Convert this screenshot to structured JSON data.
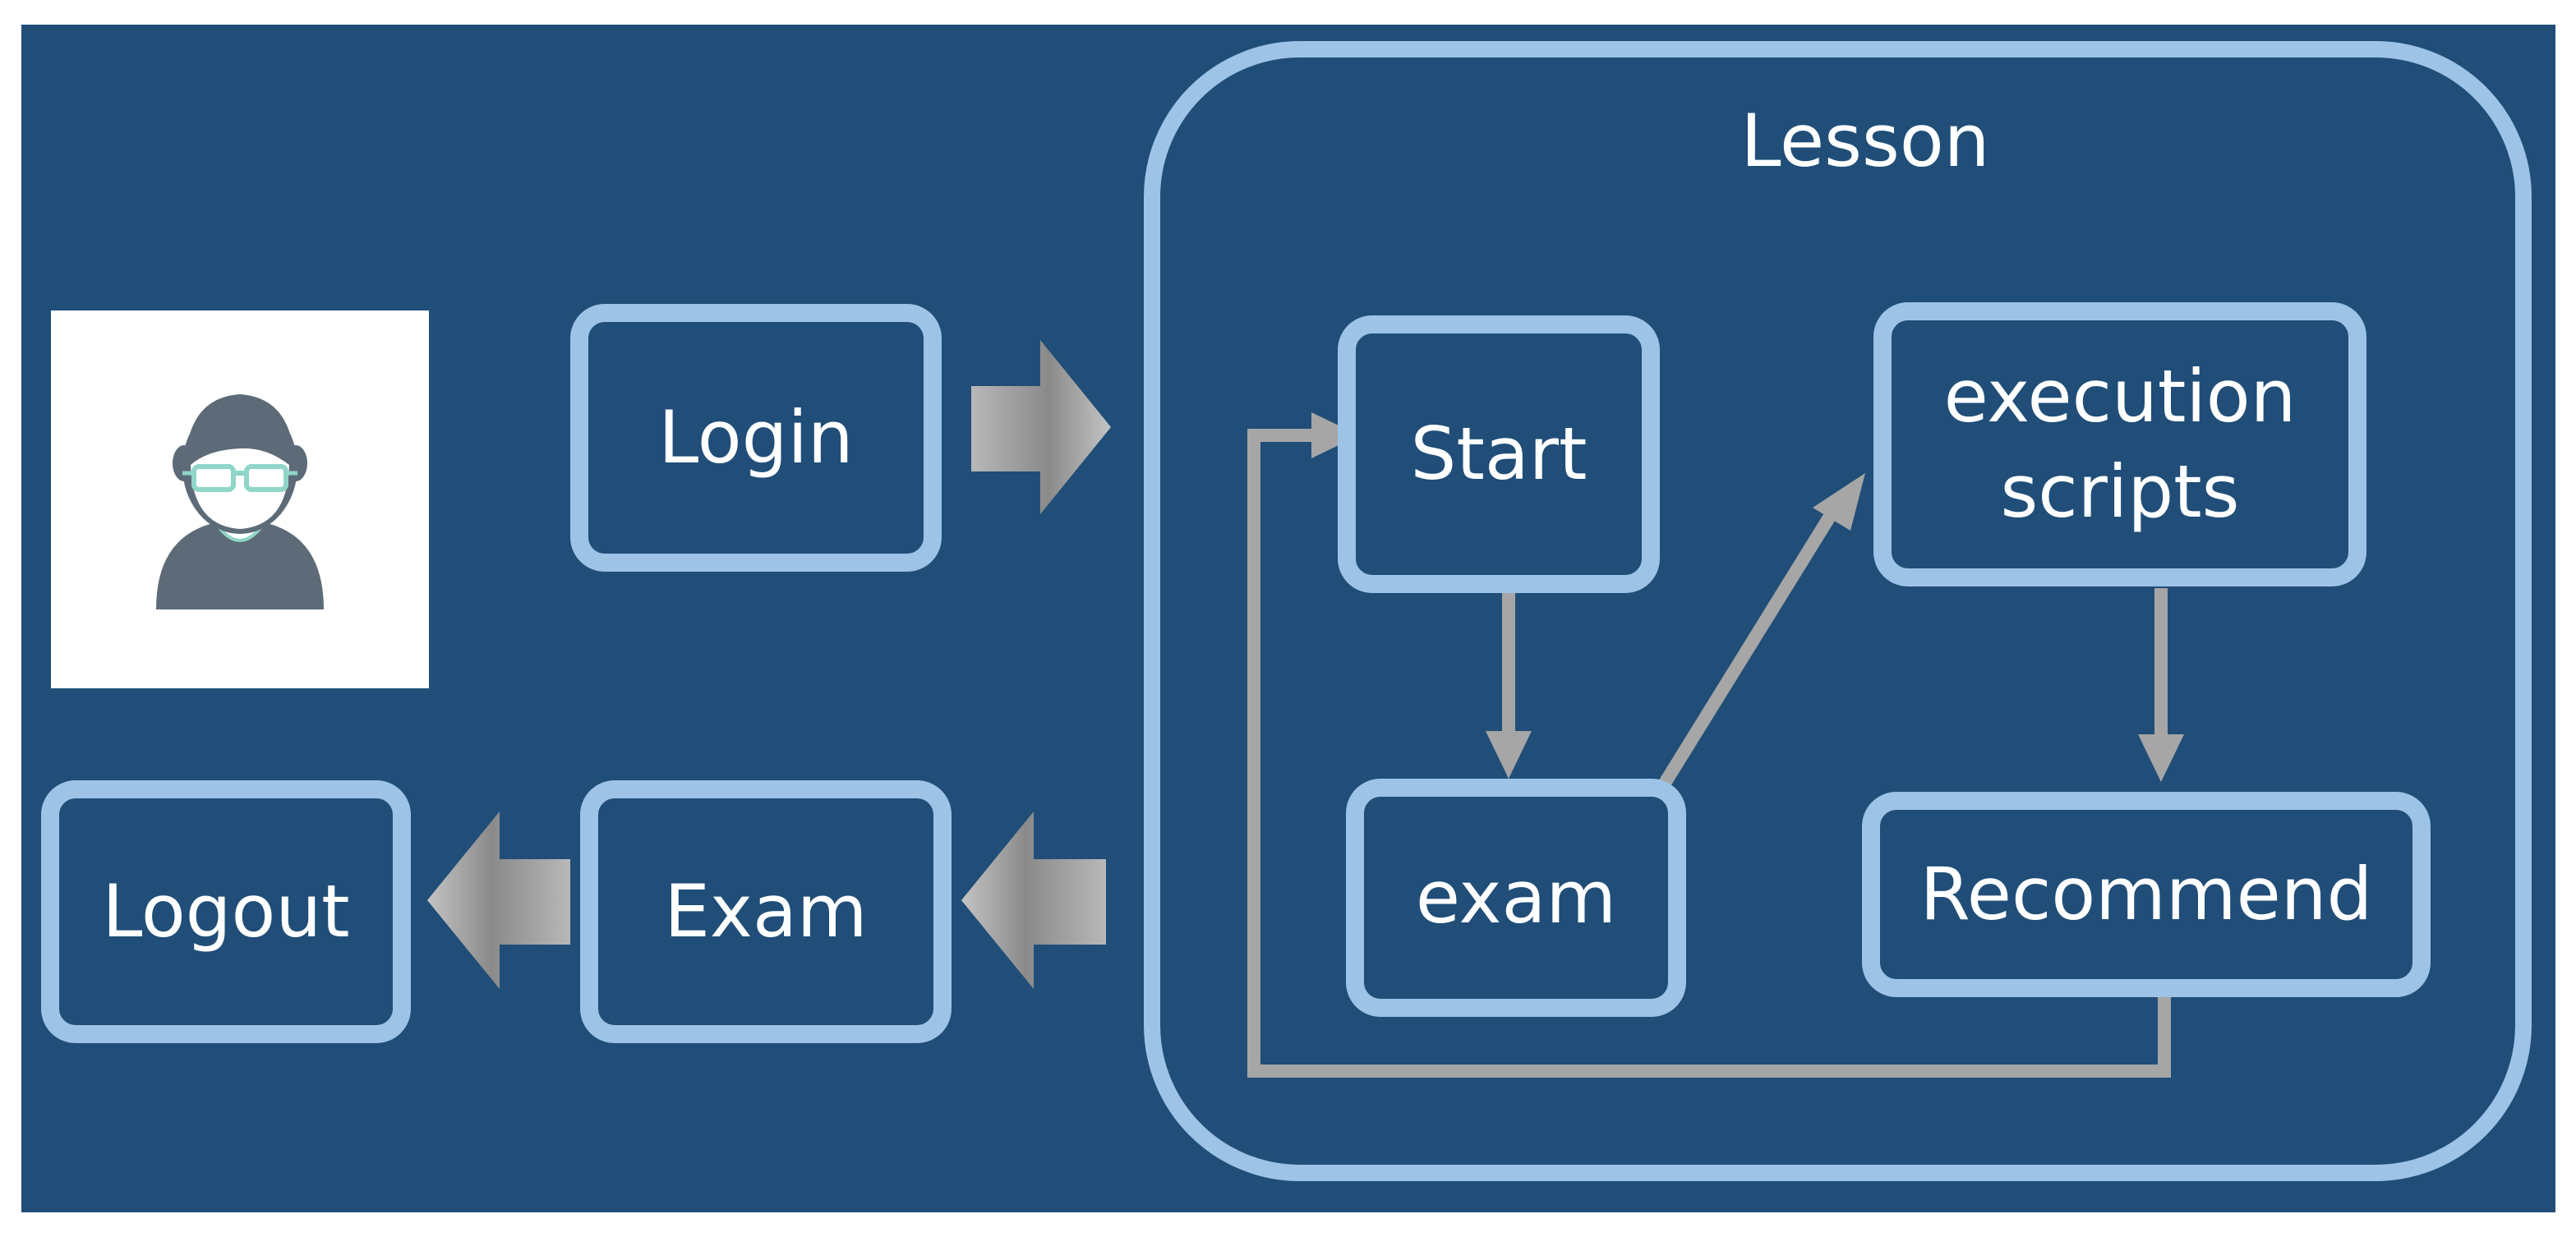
{
  "lesson": {
    "title": "Lesson"
  },
  "boxes": {
    "login": "Login",
    "exam": "Exam",
    "logout": "Logout",
    "start": "Start",
    "lesson_exam": "exam",
    "execution_scripts": "execution\nscripts",
    "recommend": "Recommend"
  },
  "icons": {
    "user": "user-avatar-icon"
  },
  "colors": {
    "background": "#204e78",
    "box_border": "#9dc3e6",
    "text": "#ffffff",
    "connector": "#a6a6a6"
  }
}
